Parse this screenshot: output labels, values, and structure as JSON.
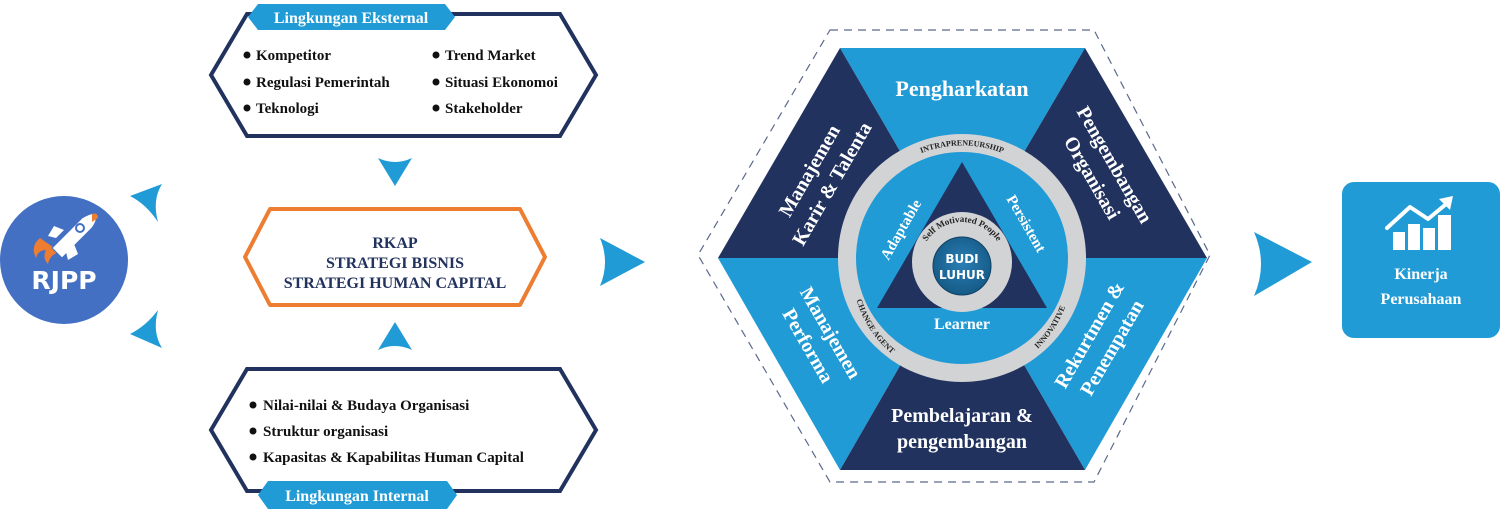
{
  "colors": {
    "navy": "#22325e",
    "blue": "#219bd6",
    "orange": "#ed7d31",
    "grey_ring": "#d2d3d5",
    "rjpp_circle": "#4470c4",
    "core": "#1a6a9c"
  },
  "rjpp": {
    "label": "RJPP",
    "icon": "rocket-icon"
  },
  "external": {
    "title": "Lingkungan Eksternal",
    "items_left": [
      "Kompetitor",
      "Regulasi Pemerintah",
      "Teknologi"
    ],
    "items_right": [
      "Trend Market",
      "Situasi Ekonomoi",
      "Stakeholder"
    ]
  },
  "strategy": {
    "lines": [
      "RKAP",
      "STRATEGI BISNIS",
      "STRATEGI HUMAN CAPITAL"
    ]
  },
  "internal": {
    "title": "Lingkungan Internal",
    "items": [
      "Nilai-nilai & Budaya Organisasi",
      "Struktur organisasi",
      "Kapasitas & Kapabilitas Human Capital"
    ]
  },
  "hexagon": {
    "segments": {
      "top": "Pengharkatan",
      "top_left": [
        "Manajemen",
        "Karir & Talenta"
      ],
      "top_right": [
        "Pengembangan",
        "Organisasi"
      ],
      "bottom_left": [
        "Manajemen",
        "Performa"
      ],
      "bottom_right": [
        "Rekurtmen &",
        "Penempatan"
      ],
      "bottom": [
        "Pembelajaran &",
        "pengembangan"
      ]
    },
    "ring_labels": {
      "top": "INTRAPRENEURSHIP",
      "left": "CHANGE AGENT",
      "right": "INNOVATIVE"
    },
    "triangle_labels": {
      "left": "Adaptable",
      "right": "Persistent",
      "bottom": "Learner"
    },
    "inner_ring_label": "Self Motivated People",
    "core": [
      "BUDI",
      "LUHUR"
    ]
  },
  "output": {
    "lines": [
      "Kinerja",
      "Perusahaan"
    ],
    "icon": "growth-chart-icon"
  }
}
